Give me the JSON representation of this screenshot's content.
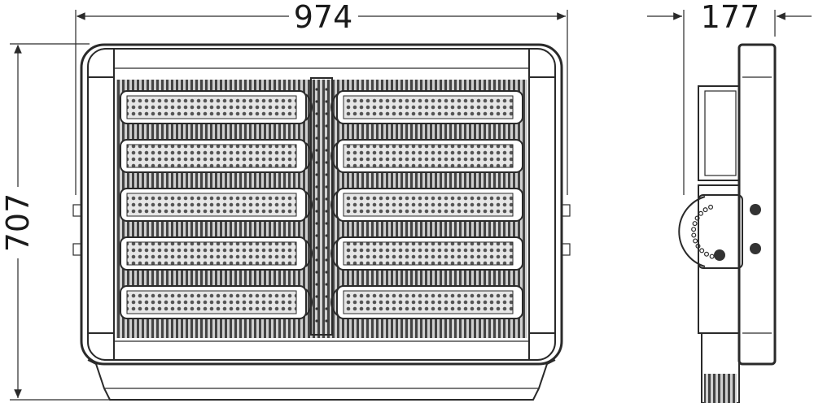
{
  "dimensions": {
    "width": "974",
    "depth": "177",
    "height": "707"
  },
  "front_view": {
    "led_module_rows": 5,
    "led_module_columns": 2
  },
  "colors": {
    "line": "#2a2a2a",
    "module_fill": "#d9d9d9",
    "dark_band": "#3a3a3a",
    "background": "#ffffff"
  }
}
